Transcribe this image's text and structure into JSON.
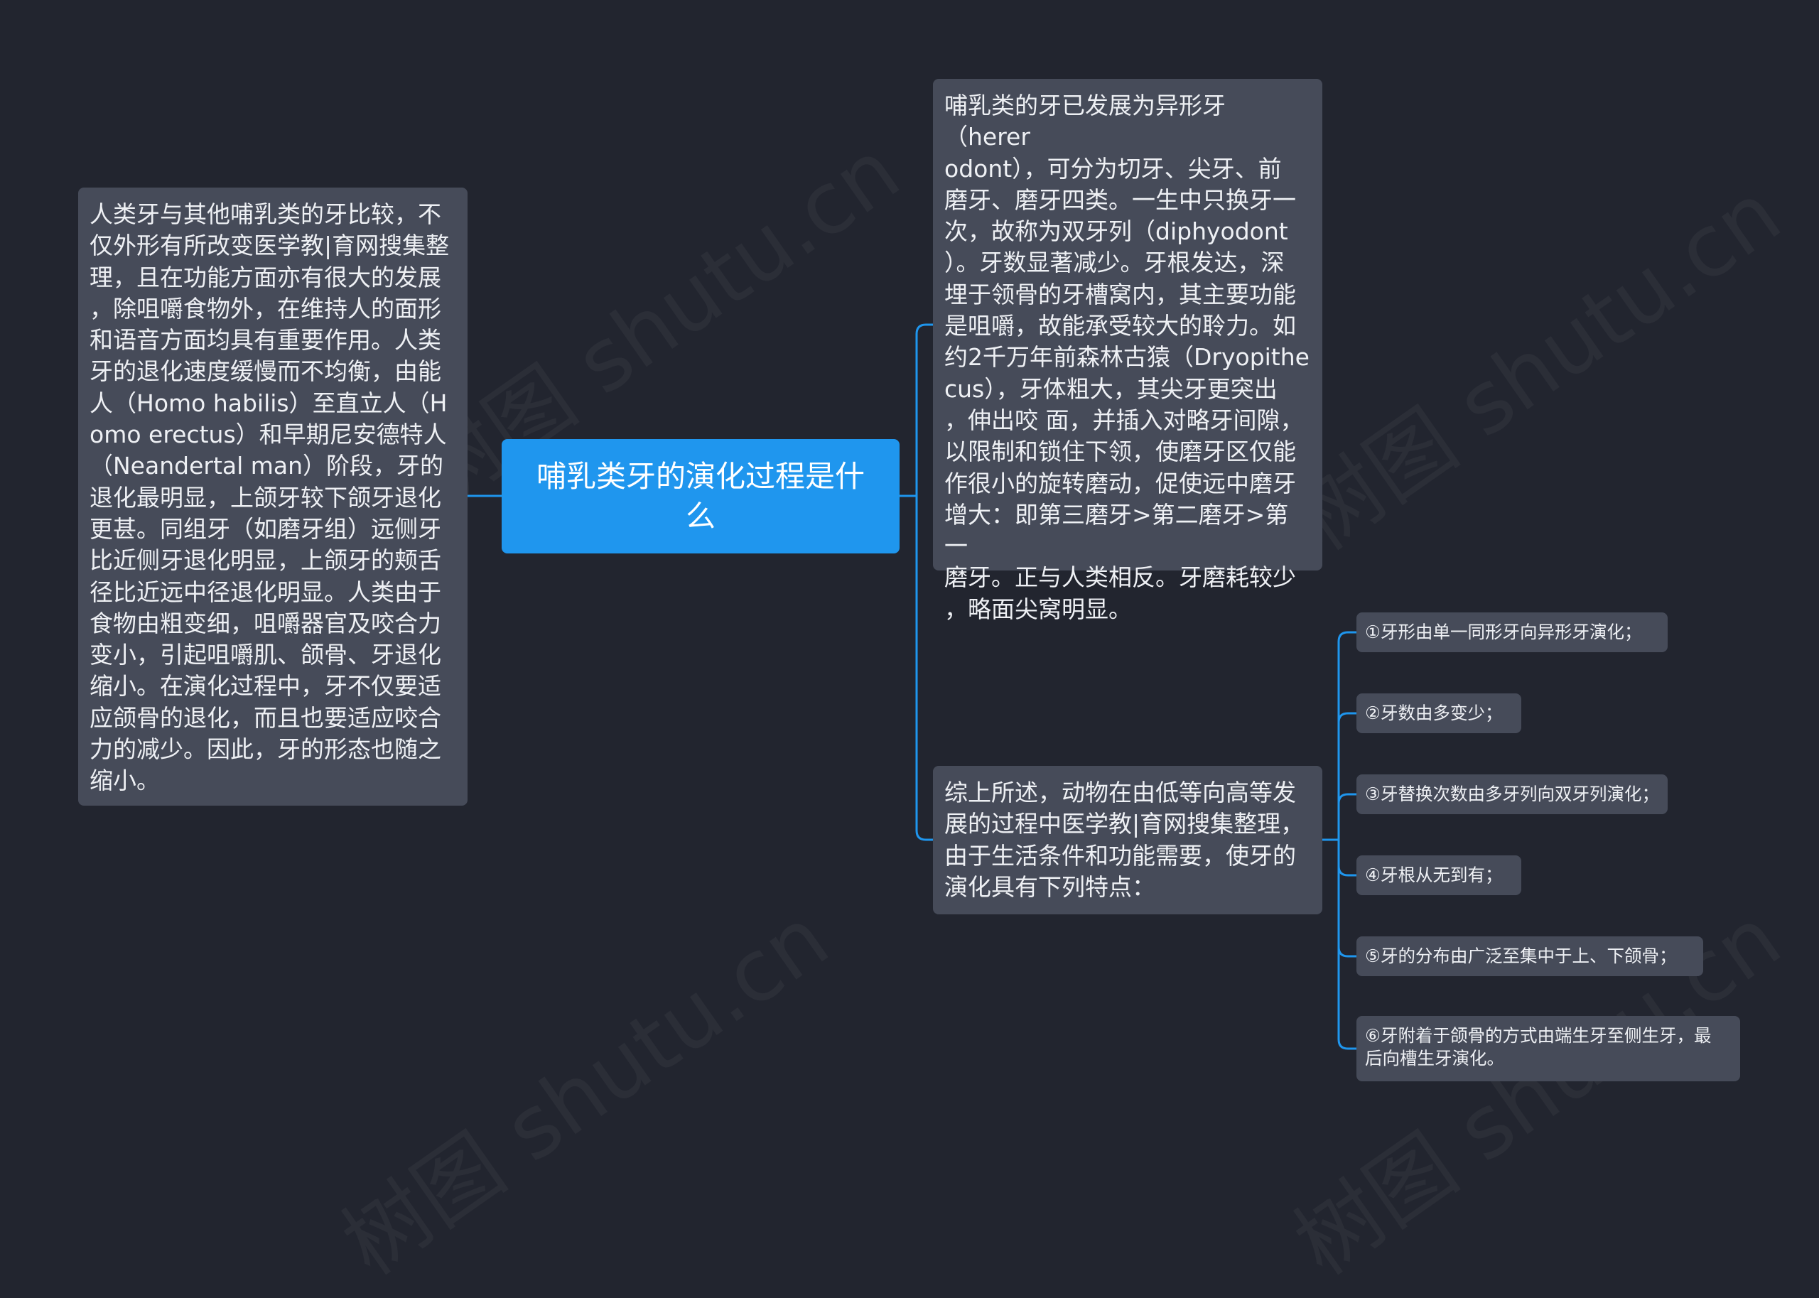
{
  "theme": {
    "background": "#22252f",
    "node_bg": "#464b59",
    "root_bg": "#1f96ee",
    "connector": "#1f96ee",
    "text": "#eef0f4"
  },
  "watermark": "树图 shutu.cn",
  "root": {
    "text": "哺乳类牙的演化过程是什\n么"
  },
  "left": {
    "text": "人类牙与其他哺乳类的牙比较，不\n仅外形有所改变医学教|育网搜集整\n理，且在功能方面亦有很大的发展\n，除咀嚼食物外，在维持人的面形\n和语音方面均具有重要作用。人类\n牙的退化速度缓慢而不均衡，由能\n人（Homo habilis）至直立人（H\nomo erectus）和早期尼安德特人\n（Neandertal man）阶段，牙的\n退化最明显，上颌牙较下颌牙退化\n更甚。同组牙（如磨牙组）远侧牙\n比近侧牙退化明显，上颌牙的颊舌\n径比近远中径退化明显。人类由于\n食物由粗变细，咀嚼器官及咬合力\n变小，引起咀嚼肌、颌骨、牙退化\n缩小。在演化过程中，牙不仅要适\n应颌骨的退化，而且也要适应咬合\n力的减少。因此，牙的形态也随之\n缩小。"
  },
  "right_top": {
    "text": "哺乳类的牙已发展为异形牙（herer\nodont），可分为切牙、尖牙、前\n磨牙、磨牙四类。一生中只换牙一\n次，故称为双牙列（diphyodont\n）。牙数显著减少。牙根发达，深\n埋于领骨的牙槽窝内，其主要功能\n是咀嚼，故能承受较大的聆力。如\n约2千万年前森林古猿（Dryopithe\ncus），牙体粗大，其尖牙更突出\n，伸出咬 面，并插入对略牙间隙，\n以限制和锁住下领，使磨牙区仅能\n作很小的旋转磨动，促使远中磨牙\n增大：即第三磨牙>第二磨牙>第一\n磨牙。正与人类相反。牙磨耗较少\n，略面尖窝明显。"
  },
  "right_bottom": {
    "text": "综上所述，动物在由低等向高等发\n展的过程中医学教|育网搜集整理，\n由于生活条件和功能需要，使牙的\n演化具有下列特点："
  },
  "features": [
    "①牙形由单一同形牙向异形牙演化；",
    "②牙数由多变少；",
    "③牙替换次数由多牙列向双牙列演化；",
    "④牙根从无到有；",
    "⑤牙的分布由广泛至集中于上、下颌骨；",
    "⑥牙附着于颌骨的方式由端生牙至侧生牙，最\n后向槽生牙演化。"
  ]
}
